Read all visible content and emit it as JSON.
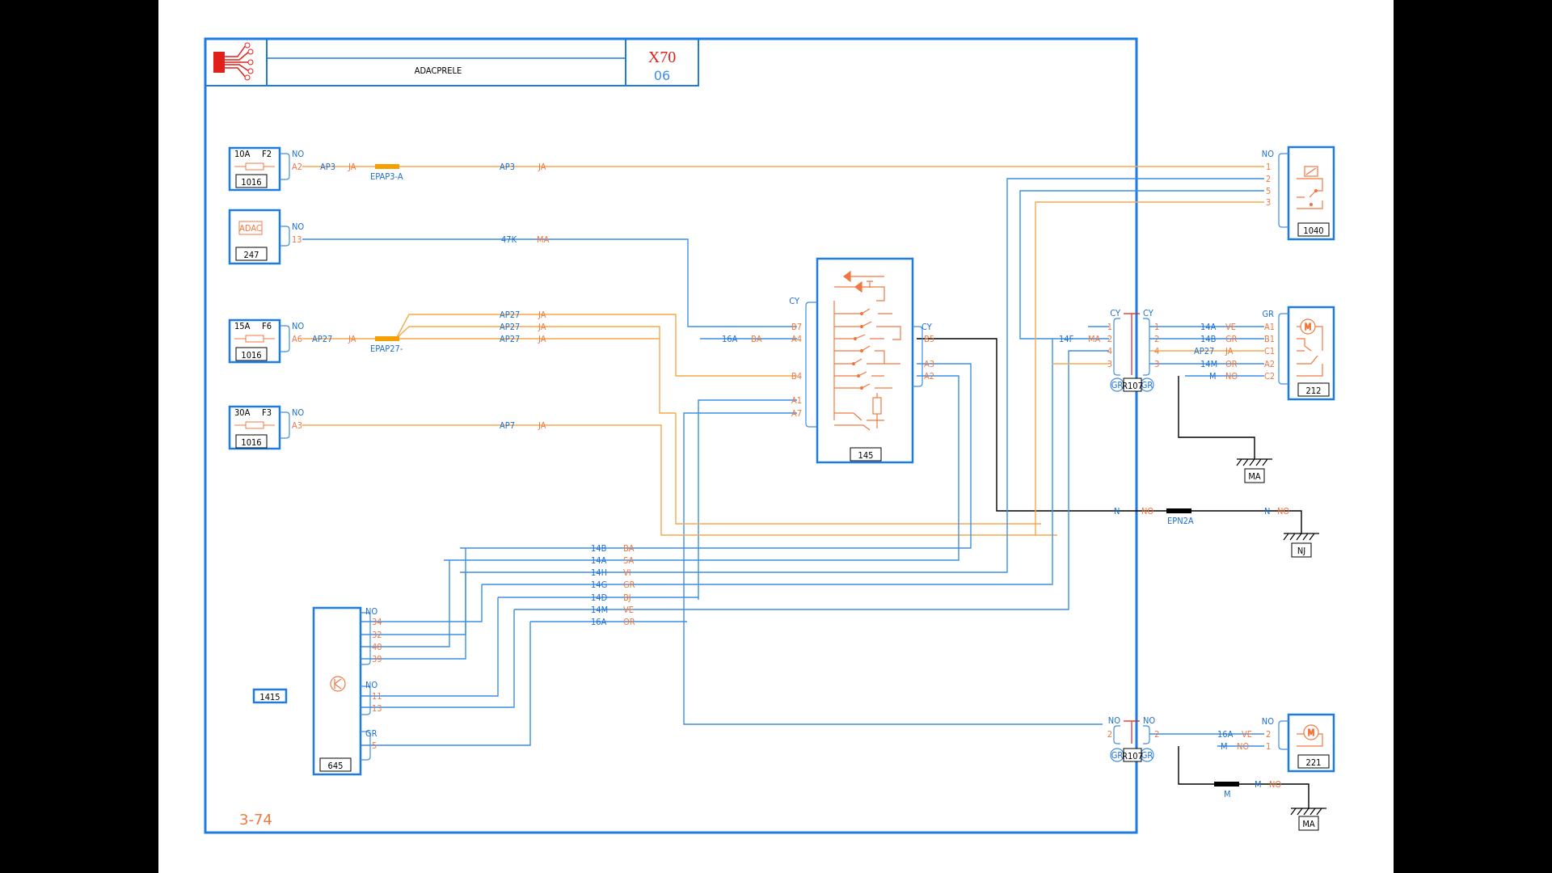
{
  "header": {
    "title": "ADACPRELE",
    "code": "X70",
    "sub": "06",
    "page_ref": "3-74"
  },
  "components": {
    "f2": {
      "rating": "10A",
      "fuse": "F2",
      "ref": "1016",
      "pin_label": "NO",
      "pin": "A2"
    },
    "c247": {
      "label": "ADAC",
      "ref": "247",
      "pin_label": "NO",
      "pin": "13"
    },
    "f6": {
      "rating": "15A",
      "fuse": "F6",
      "ref": "1016",
      "pin_label": "NO",
      "pin": "A6"
    },
    "f3": {
      "rating": "30A",
      "fuse": "F3",
      "ref": "1016",
      "pin_label": "NO",
      "pin": "A3"
    },
    "c145": {
      "ref": "145",
      "left_label": "CY",
      "right_label": "CY",
      "left_pins": [
        "B7",
        "A4",
        "B4",
        "A1",
        "A7"
      ],
      "right_pins": [
        "B5",
        "A3",
        "A2"
      ]
    },
    "c1040": {
      "ref": "1040",
      "label": "NO",
      "pins": [
        "1",
        "2",
        "5",
        "3"
      ]
    },
    "c212": {
      "ref": "212",
      "label": "GR",
      "pins": [
        "A1",
        "B1",
        "C1",
        "A2",
        "C2"
      ]
    },
    "r107a": {
      "ref": "R107",
      "left_label": "CY",
      "right_label": "CY",
      "left_pins": [
        "1",
        "2",
        "4",
        "3"
      ],
      "right_pins": [
        "1",
        "2",
        "4",
        "3"
      ],
      "gr": "GR"
    },
    "r107b": {
      "ref": "R107",
      "left_label": "NO",
      "right_label": "NO",
      "left_pins": [
        "2"
      ],
      "right_pins": [
        "2"
      ],
      "gr": "GR"
    },
    "c221": {
      "ref": "221",
      "label": "NO",
      "pins": [
        "2",
        "1"
      ]
    },
    "c645": {
      "ref": "645",
      "group1_label": "NO",
      "group1_pins": [
        "34",
        "32",
        "40",
        "39"
      ],
      "group2_label": "NO",
      "group2_pins": [
        "11",
        "13"
      ],
      "group3_label": "GR",
      "group3_pins": [
        "5"
      ]
    },
    "c1415": {
      "ref": "1415"
    },
    "grounds": {
      "ma1": "MA",
      "nj": "NJ",
      "ma2": "MA"
    }
  },
  "wires": {
    "ap3a": {
      "code": "AP3",
      "color": "JA"
    },
    "epap3": "EPAP3-A",
    "ap3b": {
      "code": "AP3",
      "color": "JA"
    },
    "w47k": {
      "code": "47K",
      "color": "MA"
    },
    "ap27a": {
      "code": "AP27",
      "color": "JA"
    },
    "ap27b": {
      "code": "AP27",
      "color": "JA"
    },
    "ap27c": {
      "code": "AP27",
      "color": "JA"
    },
    "ap27d": {
      "code": "AP27",
      "color": "JA"
    },
    "epap27": "EPAP27-",
    "w16a_ba": {
      "code": "16A",
      "color": "BA"
    },
    "ap7": {
      "code": "AP7",
      "color": "JA"
    },
    "w14f": {
      "code": "14F",
      "color": "MA"
    },
    "w14a_ve": {
      "code": "14A",
      "color": "VE"
    },
    "w14b_gr": {
      "code": "14B",
      "color": "GR"
    },
    "ap27_r": {
      "code": "AP27",
      "color": "JA"
    },
    "w14m_or": {
      "code": "14M",
      "color": "OR"
    },
    "m_no": {
      "code": "M",
      "color": "NO"
    },
    "n_no1": {
      "code": "N",
      "color": "NO"
    },
    "epn2a": "EPN2A",
    "n_no2": {
      "code": "N",
      "color": "NO"
    },
    "bus": [
      {
        "code": "14B",
        "color": "BA"
      },
      {
        "code": "14A",
        "color": "SA"
      },
      {
        "code": "14H",
        "color": "VI"
      },
      {
        "code": "14G",
        "color": "GR"
      },
      {
        "code": "14D",
        "color": "BJ"
      },
      {
        "code": "14M",
        "color": "VE"
      },
      {
        "code": "16A",
        "color": "OR"
      }
    ],
    "w16a_ve": {
      "code": "16A",
      "color": "VE"
    },
    "m_no2": {
      "code": "M",
      "color": "NO"
    },
    "m_splice": "M",
    "m_no3": {
      "code": "M",
      "color": "NO"
    }
  }
}
